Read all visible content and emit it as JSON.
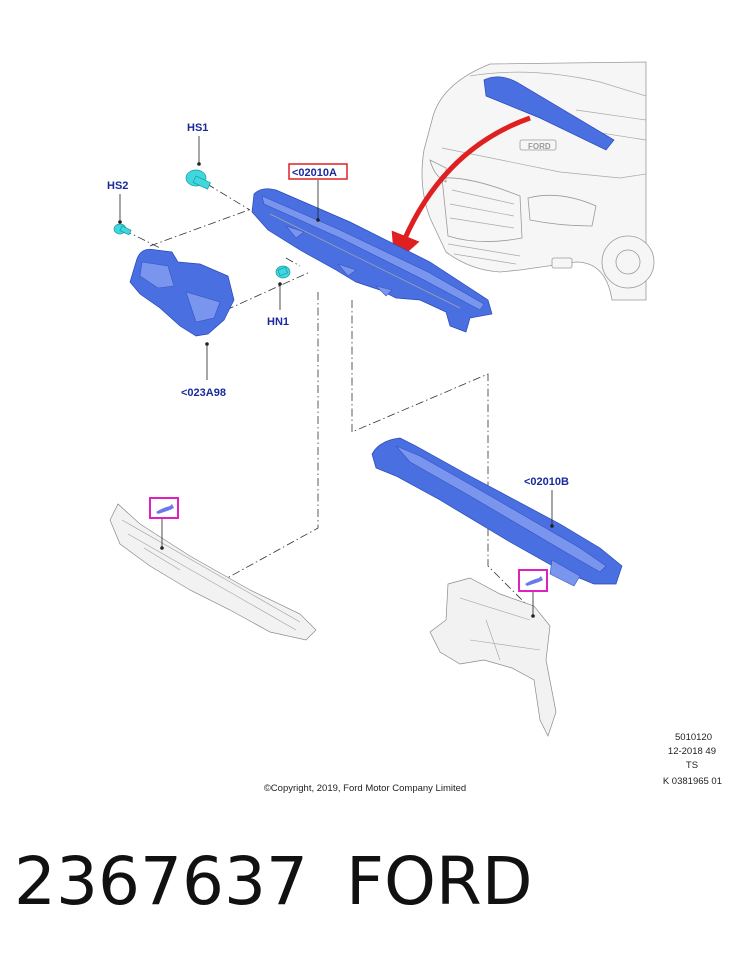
{
  "callouts": {
    "hs1": "HS1",
    "hs2": "HS2",
    "hn1": "HN1",
    "main_part": "<02010A",
    "shield": "<023A98",
    "crossmember": "<02010B"
  },
  "reference": {
    "line1": "5010120",
    "line2": "12-2018 49",
    "line3": "TS",
    "line4": "K 0381965 01"
  },
  "copyright": "©Copyright, 2019, Ford Motor Company Limited",
  "footer": {
    "part_number": "2367637",
    "brand": "FORD"
  },
  "colors": {
    "part_blue": "#4a6fe0",
    "fastener_teal": "#3fd8df",
    "highlight_red": "#e02020",
    "marker_magenta": "#e020c0",
    "callout_text": "#1a2a9c"
  },
  "icons": {
    "direction_arrow": "red-curved-arrow-icon",
    "weld_marker": "weld-marker-icon"
  }
}
